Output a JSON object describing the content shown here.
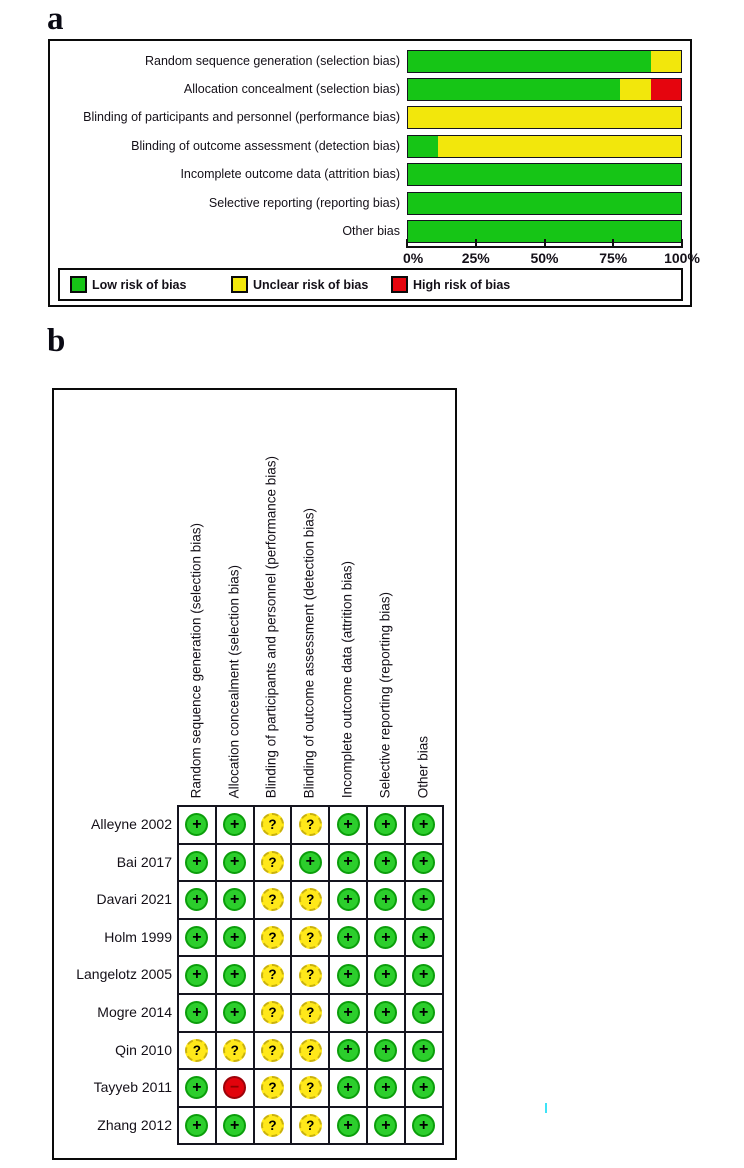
{
  "figure": {
    "panel_a_letter": "a",
    "panel_b_letter": "b"
  },
  "chart_data": [
    {
      "type": "bar",
      "subtype": "horizontal-stacked-percentage",
      "title": "Risk of bias graph",
      "categories": [
        "Random sequence generation (selection bias)",
        "Allocation concealment (selection bias)",
        "Blinding of participants and personnel (performance bias)",
        "Blinding of outcome assessment (detection bias)",
        "Incomplete outcome data (attrition bias)",
        "Selective reporting (reporting bias)",
        "Other bias"
      ],
      "series": [
        {
          "name": "Low risk of bias",
          "color": "#16c516",
          "values": [
            88.9,
            77.8,
            0,
            11.1,
            100,
            100,
            100
          ]
        },
        {
          "name": "Unclear risk of bias",
          "color": "#f2e70c",
          "values": [
            11.1,
            11.1,
            100,
            88.9,
            0,
            0,
            0
          ]
        },
        {
          "name": "High risk of bias",
          "color": "#e5050e",
          "values": [
            0,
            11.1,
            0,
            0,
            0,
            0,
            0
          ]
        }
      ],
      "x_ticks": [
        "0%",
        "25%",
        "50%",
        "75%",
        "100%"
      ],
      "xlim": [
        0,
        100
      ],
      "grid": false,
      "legend_position": "bottom"
    },
    {
      "type": "table",
      "title": "Risk of bias summary",
      "columns": [
        "Random sequence generation (selection bias)",
        "Allocation concealment (selection bias)",
        "Blinding of participants and personnel (performance bias)",
        "Blinding of outcome assessment (detection bias)",
        "Incomplete outcome data (attrition bias)",
        "Selective reporting (reporting bias)",
        "Other bias"
      ],
      "rows": [
        {
          "study": "Alleyne 2002",
          "judgements": [
            "+",
            "+",
            "?",
            "?",
            "+",
            "+",
            "+"
          ]
        },
        {
          "study": "Bai 2017",
          "judgements": [
            "+",
            "+",
            "?",
            "+",
            "+",
            "+",
            "+"
          ]
        },
        {
          "study": "Davari 2021",
          "judgements": [
            "+",
            "+",
            "?",
            "?",
            "+",
            "+",
            "+"
          ]
        },
        {
          "study": "Holm 1999",
          "judgements": [
            "+",
            "+",
            "?",
            "?",
            "+",
            "+",
            "+"
          ]
        },
        {
          "study": "Langelotz 2005",
          "judgements": [
            "+",
            "+",
            "?",
            "?",
            "+",
            "+",
            "+"
          ]
        },
        {
          "study": "Mogre 2014",
          "judgements": [
            "+",
            "+",
            "?",
            "?",
            "+",
            "+",
            "+"
          ]
        },
        {
          "study": "Qin 2010",
          "judgements": [
            "?",
            "?",
            "?",
            "?",
            "+",
            "+",
            "+"
          ]
        },
        {
          "study": "Tayyeb 2011",
          "judgements": [
            "+",
            "-",
            "?",
            "?",
            "+",
            "+",
            "+"
          ]
        },
        {
          "study": "Zhang 2012",
          "judgements": [
            "+",
            "+",
            "?",
            "?",
            "+",
            "+",
            "+"
          ]
        }
      ],
      "symbols": {
        "+": {
          "glyph": "+",
          "meaning": "Low risk of bias",
          "fill": "#2cce2c",
          "ring": "#0b9e0b"
        },
        "?": {
          "glyph": "?",
          "meaning": "Unclear risk of bias",
          "fill": "#ffe81a",
          "ring": "#c9b10d"
        },
        "-": {
          "glyph": "−",
          "meaning": "High risk of bias",
          "fill": "#e2030c",
          "ring": "#9c030a"
        }
      }
    }
  ]
}
